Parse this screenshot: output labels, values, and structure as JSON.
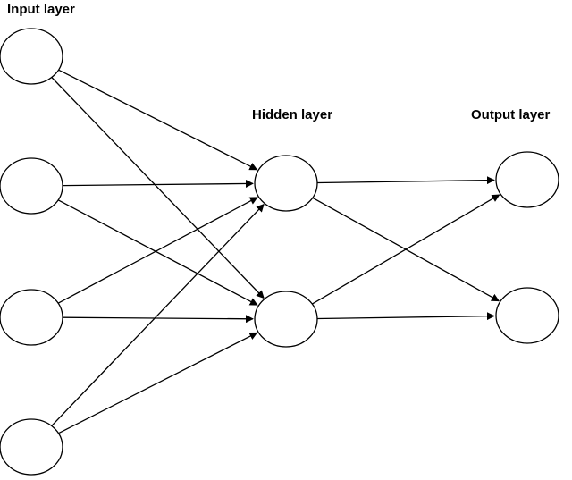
{
  "layers": [
    {
      "id": "input",
      "title": "Input layer",
      "neurons": 4
    },
    {
      "id": "hidden",
      "title": "Hidden layer",
      "neurons": 2
    },
    {
      "id": "output",
      "title": "Output layer",
      "neurons": 2
    }
  ],
  "connections": "fully-connected feed-forward (input→hidden, hidden→output) with arrowheads",
  "colors": {
    "stroke": "#000000",
    "fill": "#ffffff",
    "background": "#ffffff"
  }
}
